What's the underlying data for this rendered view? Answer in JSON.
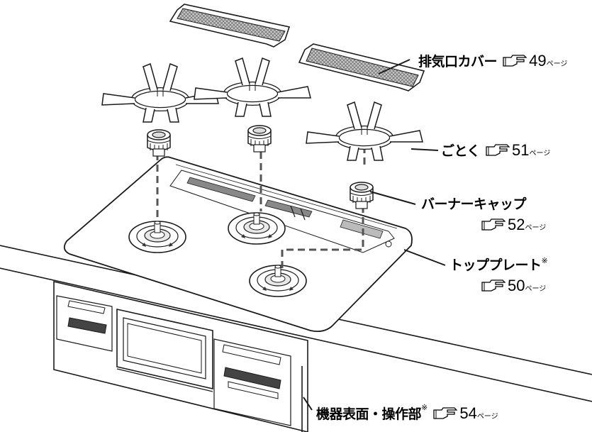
{
  "labels": {
    "exhaust_cover": {
      "text": "排気口カバー",
      "page": "49",
      "suffix": "ページ"
    },
    "trivet": {
      "text": "ごとく",
      "page": "51",
      "suffix": "ページ"
    },
    "burner_cap": {
      "text": "バーナーキャップ",
      "page": "52",
      "suffix": "ページ"
    },
    "top_plate": {
      "text": "トッププレート",
      "mark": "※",
      "page": "50",
      "suffix": "ページ"
    },
    "equipment_surface": {
      "text": "機器表面・操作部",
      "mark": "※",
      "page": "54",
      "suffix": "ページ"
    }
  },
  "icons": {
    "reference": "pointing-hand-icon"
  },
  "colors": {
    "line": "#1a1a1a",
    "plate": "#ffffff",
    "screen": "#7a7a7a"
  }
}
